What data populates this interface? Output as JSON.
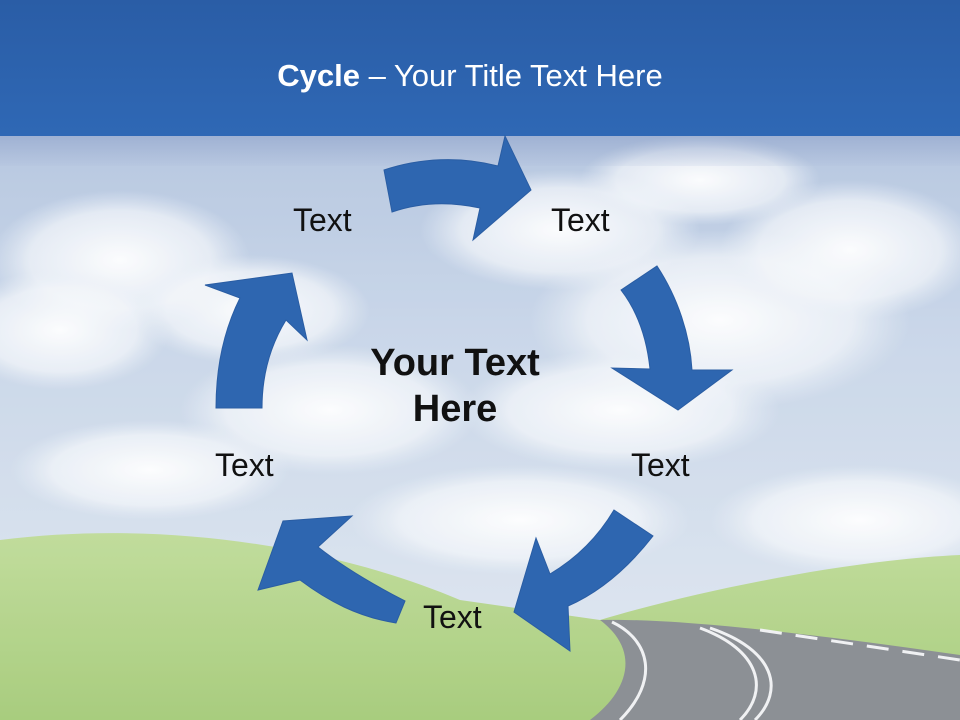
{
  "slide": {
    "title_bold": "Cycle",
    "title_rest": " – Your Title Text Here",
    "center_text_line1": "Your Text",
    "center_text_line2": "Here",
    "nodes": [
      {
        "label": "Text"
      },
      {
        "label": "Text"
      },
      {
        "label": "Text"
      },
      {
        "label": "Text"
      },
      {
        "label": "Text"
      }
    ]
  },
  "colors": {
    "title_bar": "#2f68b5",
    "arrow": "#2e66b0",
    "sky": "#b8c9e2",
    "grass": "#a9cf7c",
    "road": "#7d8187"
  }
}
